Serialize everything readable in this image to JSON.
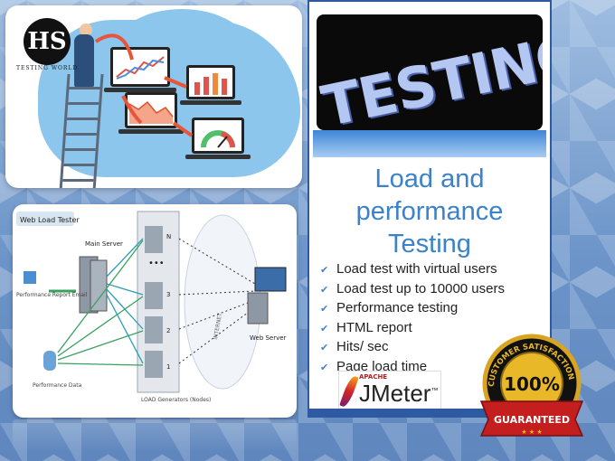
{
  "logo": {
    "initials": "HS",
    "name": "TESTING WORLD"
  },
  "banner": {
    "word": "TESTING"
  },
  "headline": {
    "line1": "Load and",
    "line2": "performance",
    "line3": "Testing"
  },
  "features": [
    "Load test with virtual users",
    "Load test up to 10000 users",
    "Performance testing",
    "HTML report",
    "Hits/ sec",
    "Page load time"
  ],
  "jmeter": {
    "apache": "APACHE",
    "name": "JMeter",
    "tm": "™"
  },
  "diagram": {
    "title": "Web Load Tester",
    "main_server": "Main Server",
    "report_email": "Performance Report Email",
    "perf_data": "Performance Data",
    "load_generators": "LOAD Generators (Nodes)",
    "web_server": "Web Server",
    "internet": "INTERNET",
    "node_labels": [
      "N",
      "3",
      "2",
      "1"
    ]
  },
  "badge": {
    "top_text": "CUSTOMER SATISFACTION",
    "percent": "100%",
    "ribbon": "GUARANTEED"
  },
  "colors": {
    "accent": "#3b82c8",
    "frame": "#2d5aa0",
    "banner_text": "#b4c6f2",
    "badge_gold": "#d9a520",
    "ribbon_red": "#c41e1e"
  }
}
